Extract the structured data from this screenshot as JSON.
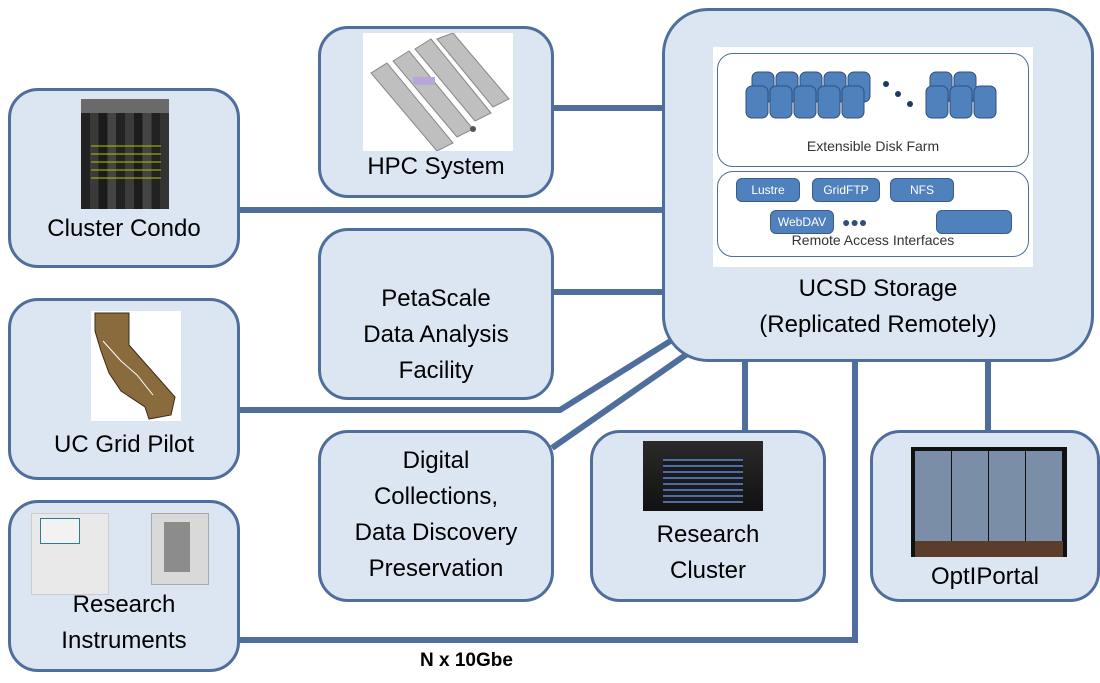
{
  "nodes": {
    "cluster_condo": "Cluster Condo",
    "hpc_system": "HPC System",
    "petascale": [
      "PetaScale",
      "Data Analysis",
      "Facility"
    ],
    "uc_grid": "UC Grid Pilot",
    "digital": [
      "Digital",
      "Collections,",
      "Data Discovery",
      "Preservation"
    ],
    "research_cluster": [
      "Research",
      "Cluster"
    ],
    "optiportal": "OptIPortal",
    "research_instruments": [
      "Research",
      "Instruments"
    ]
  },
  "storage": {
    "title": [
      "UCSD Storage",
      "(Replicated Remotely)"
    ],
    "disk_farm": "Extensible Disk Farm",
    "remote_access": "Remote Access Interfaces",
    "interfaces": [
      "Lustre",
      "GridFTP",
      "NFS",
      "WebDAV",
      "",
      "●●●"
    ]
  },
  "network_label": "N x 10Gbe",
  "colors": {
    "box_fill": "#dce6f2",
    "box_border": "#4f6e9b",
    "chip_fill": "#4f81bd"
  }
}
